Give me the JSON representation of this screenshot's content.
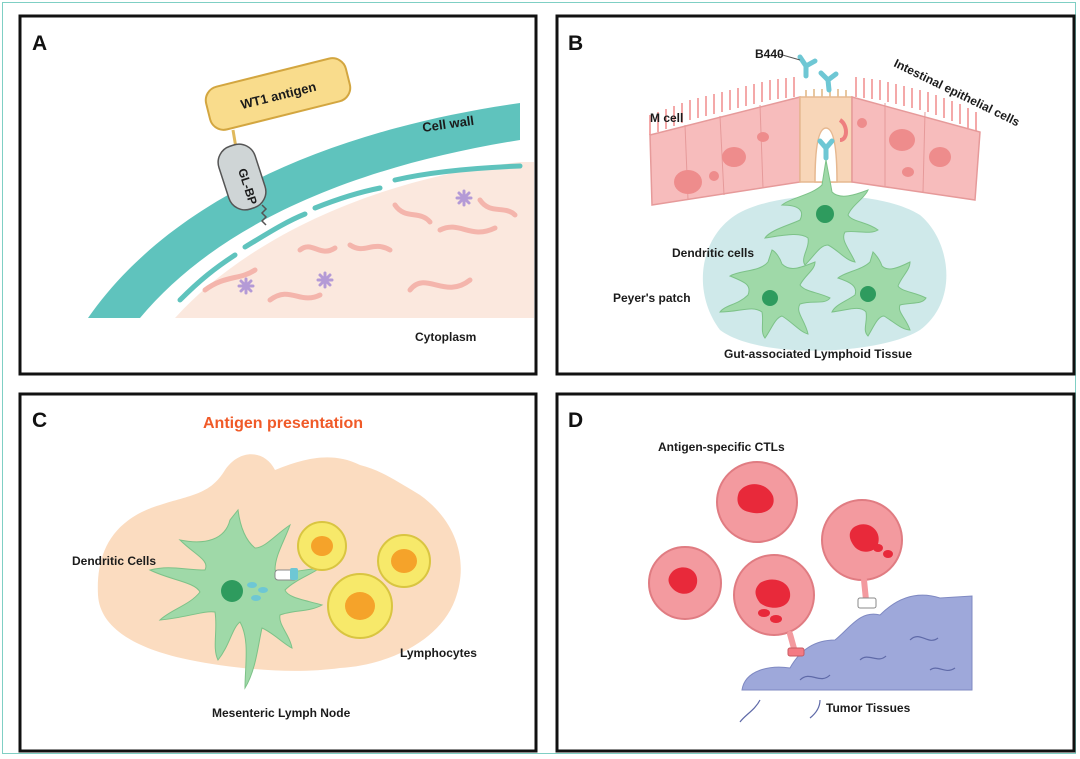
{
  "panels": {
    "a": {
      "letter": "A",
      "antigen": "WT1 antigen",
      "glbp": "GL-BP",
      "cell_wall": "Cell wall",
      "cytoplasm": "Cytoplasm"
    },
    "b": {
      "letter": "B",
      "b440": "B440",
      "m_cell": "M cell",
      "epithelial": "Intestinal epithelial cells",
      "dendritic": "Dendritic cells",
      "peyers": "Peyer's patch",
      "galt": "Gut-associated Lymphoid Tissue"
    },
    "c": {
      "letter": "C",
      "title": "Antigen presentation",
      "dendritic": "Dendritic Cells",
      "lymphocytes": "Lymphocytes",
      "node": "Mesenteric Lymph Node"
    },
    "d": {
      "letter": "D",
      "ctls": "Antigen-specific CTLs",
      "tumor": "Tumor Tissues"
    }
  },
  "colors": {
    "teal": "#5fc3bd",
    "antigen_fill": "#f9dc8c",
    "cytoplasm": "#fbe8de",
    "epithelial": "#f7bcbc",
    "dendritic": "#9fd9a8",
    "patch": "#cfe9ea",
    "lymph_node": "#fbdcc0",
    "lymphocyte": "#f7e96a",
    "ctl": "#f39a9f",
    "tumor": "#9ea8da",
    "title_orange": "#f05a28"
  }
}
